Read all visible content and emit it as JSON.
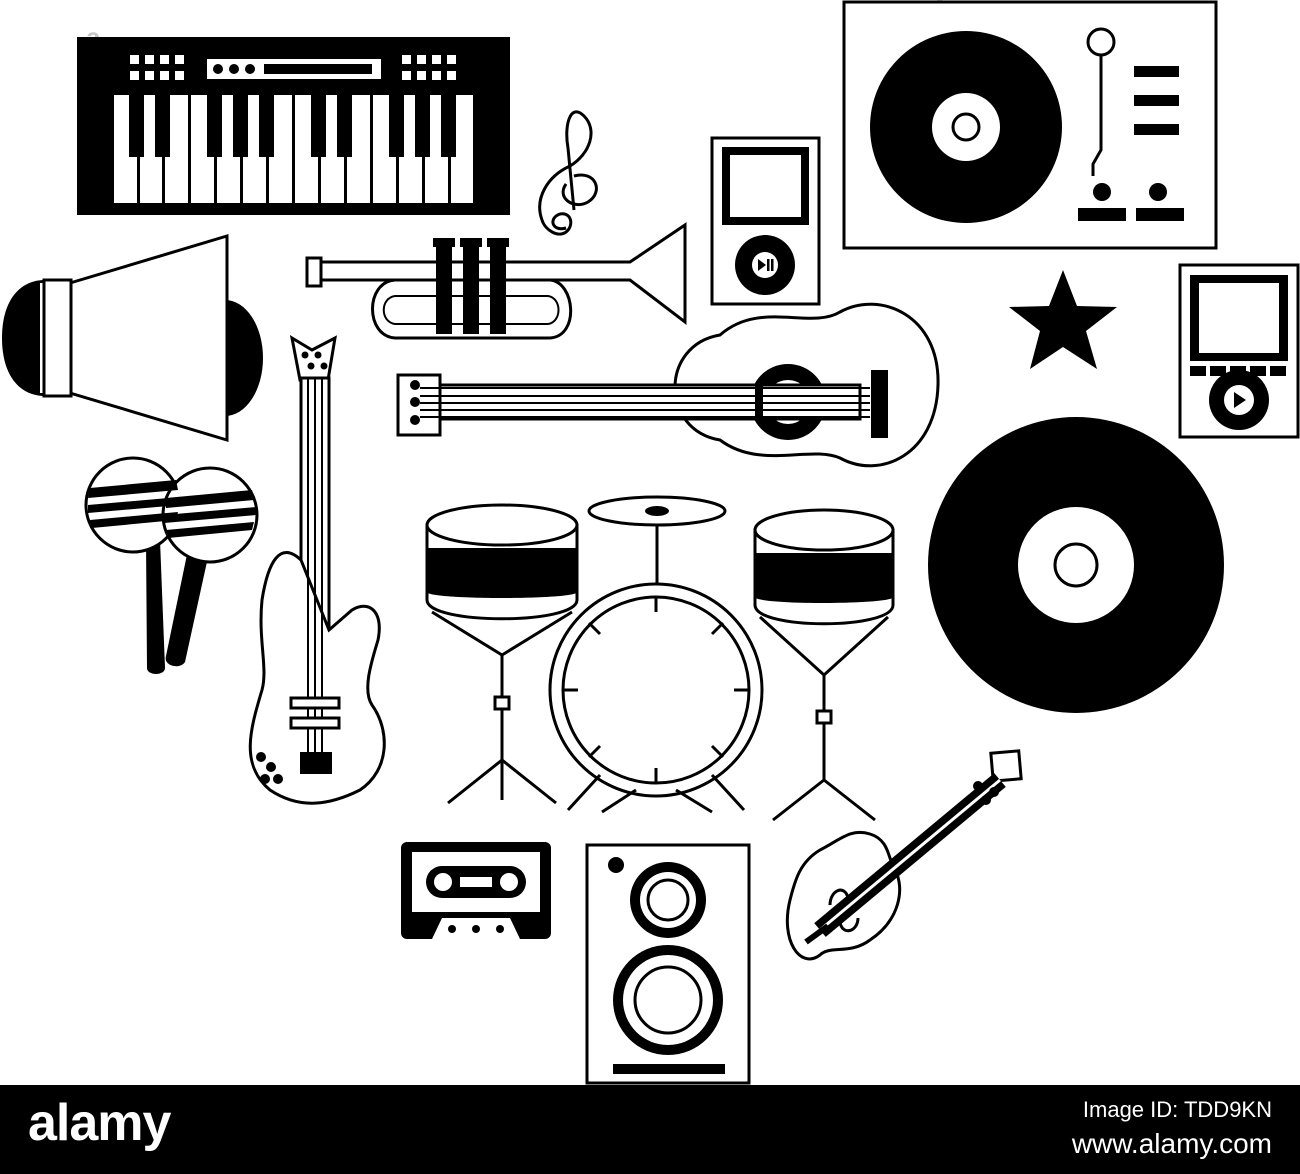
{
  "colors": {
    "ink": "#000000",
    "paper": "#ffffff",
    "footer": "#000000",
    "watermark": "#c8c8c8"
  },
  "icons": [
    "keyboard-icon",
    "treble-clef-icon",
    "mp3-player-icon",
    "turntable-icon",
    "megaphone-icon",
    "trumpet-icon",
    "acoustic-guitar-icon",
    "star-icon",
    "portable-media-player-icon",
    "maracas-icon",
    "electric-bass-icon",
    "drum-kit-icon",
    "vinyl-record-icon",
    "cassette-tape-icon",
    "speaker-icon",
    "violin-icon"
  ],
  "watermark": {
    "text": "alamy",
    "small": "a"
  },
  "footer": {
    "brand": "alamy",
    "image_id": "Image ID: TDD9KN",
    "site": "www.alamy.com"
  }
}
